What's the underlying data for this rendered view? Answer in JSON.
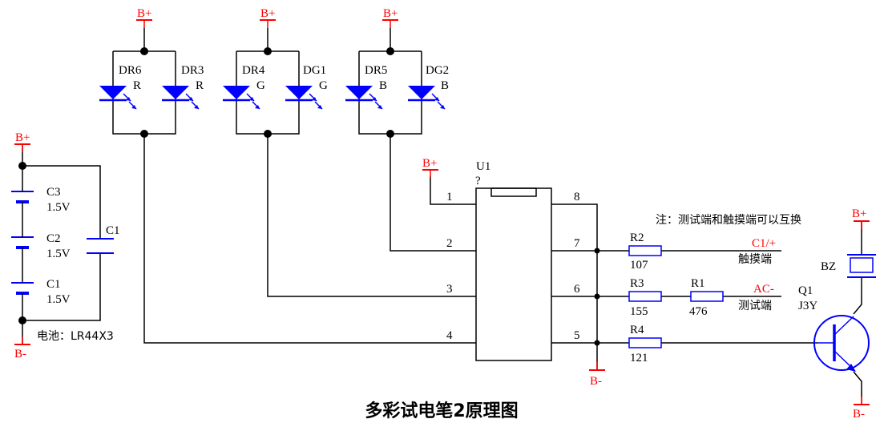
{
  "title": "多彩试电笔2原理图",
  "colors": {
    "wire": "#000000",
    "component": "#0000ff",
    "power": "#ff0000",
    "text": "#000000"
  },
  "power_labels": {
    "b_plus": "B+",
    "b_minus": "B-"
  },
  "leds": [
    {
      "ref": "DR6",
      "color": "R"
    },
    {
      "ref": "DR3",
      "color": "R"
    },
    {
      "ref": "DR4",
      "color": "G"
    },
    {
      "ref": "DG1",
      "color": "G"
    },
    {
      "ref": "DR5",
      "color": "B"
    },
    {
      "ref": "DG2",
      "color": "B"
    }
  ],
  "battery": [
    {
      "ref": "C3",
      "value": "1.5V"
    },
    {
      "ref": "C2",
      "value": "1.5V"
    },
    {
      "ref": "C1",
      "value": "1.5V"
    }
  ],
  "capacitor": {
    "ref": "C1"
  },
  "battery_label": "电池：LR44X3",
  "ic": {
    "ref": "U1",
    "value": "?",
    "pins_left": [
      "1",
      "2",
      "3",
      "4"
    ],
    "pins_right": [
      "8",
      "7",
      "6",
      "5"
    ]
  },
  "note": "注：测试端和触摸端可以互换",
  "resistors": [
    {
      "ref": "R2",
      "value": "107"
    },
    {
      "ref": "R3",
      "value": "155"
    },
    {
      "ref": "R1",
      "value": "476"
    },
    {
      "ref": "R4",
      "value": "121"
    }
  ],
  "terminals": {
    "touch": {
      "net": "C1/+",
      "label": "触摸端"
    },
    "test": {
      "net": "AC-",
      "label": "测试端"
    }
  },
  "buzzer": {
    "ref": "BZ"
  },
  "transistor": {
    "ref": "Q1",
    "value": "J3Y"
  }
}
